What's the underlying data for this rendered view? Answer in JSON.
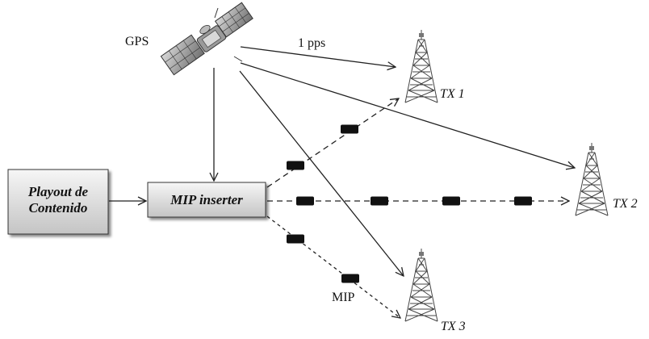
{
  "labels": {
    "gps": "GPS",
    "pps": "1 pps",
    "mip": "MIP",
    "tx1": "TX 1",
    "tx2": "TX 2",
    "tx3": "TX 3"
  },
  "playout_box": {
    "line1": "Playout de",
    "line2": "Contenido"
  },
  "inserter_box": {
    "label": "MIP inserter"
  },
  "icons": {
    "satellite": "satellite-icon",
    "tower": "radio-tower-icon",
    "packet": "mip-packet-icon"
  },
  "colors": {
    "line": "#222222",
    "box_fill_top": "#f4f4f4",
    "box_fill_bottom": "#c8c8c8",
    "packet": "#111111"
  }
}
